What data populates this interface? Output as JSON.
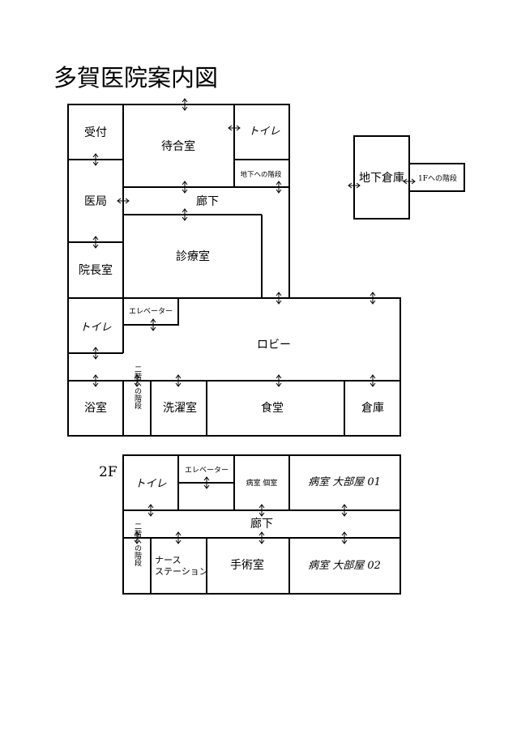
{
  "title": "多賀医院案内図",
  "floor2_label": "2F",
  "floor1": {
    "uketsuke": "受付",
    "machiaishitsu": "待合室",
    "toilet_top": "トイレ",
    "chika_kaidan": "地下への階段",
    "iyaku": "医局",
    "rouka": "廊下",
    "shinryoushitsu": "診療室",
    "inchoushitsu": "院長室",
    "elevator": "エレベーター",
    "toilet_left": "トイレ",
    "lobby": "ロビー",
    "yokushitsu": "浴室",
    "nikai_kaidan": "二階への階段",
    "sentakushitsu": "洗濯室",
    "shokudou": "食堂",
    "souko": "倉庫"
  },
  "basement": {
    "chika_souko": "地下倉庫",
    "ikkai_kaidan": "1Fへの階段"
  },
  "floor2": {
    "toilet": "トイレ",
    "elevator": "エレベーター",
    "byoushitsu_koshitsu": "病室 個室",
    "byoushitsu_oobeya_01": "病室 大部屋 01",
    "rouka": "廊下",
    "nikai_kaidan": "二階への階段",
    "nurse_station_line1": "ナース",
    "nurse_station_line2": "ステーション",
    "shujutsushitsu": "手術室",
    "byoushitsu_oobeya_02": "病室 大部屋 02"
  }
}
